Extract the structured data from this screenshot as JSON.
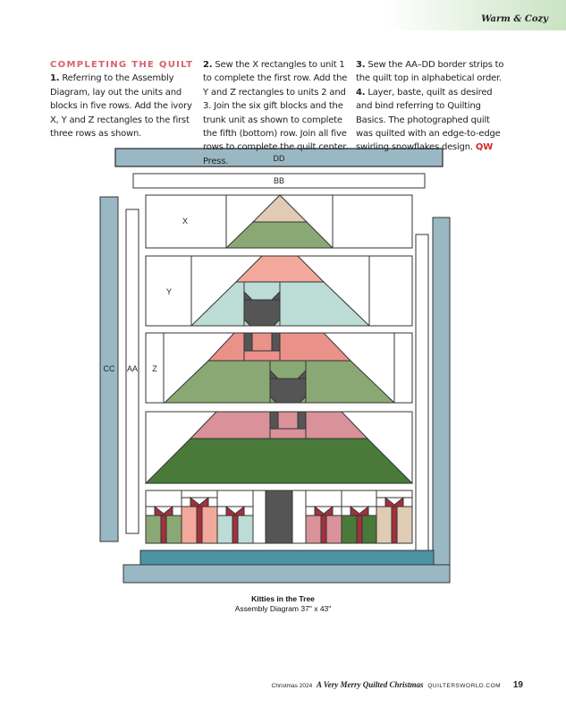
{
  "header": {
    "section": "Warm & Cozy"
  },
  "instructions": {
    "heading": "COMPLETING THE QUILT",
    "steps": [
      {
        "num": "1.",
        "text": "Referring to the Assembly Diagram, lay out the units and blocks in five rows. Add the ivory X, Y and Z rectangles to the first three rows as shown."
      },
      {
        "num": "2.",
        "text": "Sew the X rectangles to unit 1 to complete the first row. Add the Y and Z rectangles to units 2 and 3. Join the six gift blocks and the trunk unit as shown to complete the fifth (bottom) row. Join all five rows to complete the quilt center. Press."
      },
      {
        "num": "3.",
        "text": "Sew the AA–DD border strips to the quilt top in alphabetical order."
      },
      {
        "num": "4.",
        "text": "Layer, baste, quilt as desired and bind referring to Quilting Basics. The photographed quilt was quilted with an edge-to-edge swirling snowflakes design."
      }
    ],
    "signoff": "QW"
  },
  "diagram": {
    "labels": {
      "dd": "DD",
      "bb": "BB",
      "cc": "CC",
      "aa": "AA",
      "x": "X",
      "y": "Y",
      "z": "Z"
    },
    "colors": {
      "border_light": "#9ab8c4",
      "border_teal": "#4d93a6",
      "tan": "#e0cbb4",
      "sage": "#8aa874",
      "salmon": "#f2a89b",
      "mint": "#bcdcd6",
      "coral": "#ea928a",
      "rose": "#d9919a",
      "forest": "#4a7a3a",
      "cat": "#555555",
      "ribbon": "#a3303c"
    },
    "gifts": [
      "#8aa874",
      "#f2a89b",
      "#bcdcd6",
      "#d9919a",
      "#4a7a3a",
      "#e0cbb4"
    ],
    "title": "Kitties in the Tree",
    "subtitle": "Assembly Diagram 37\" x 43\""
  },
  "footer": {
    "issue": "Christmas 2024",
    "title": "A Very Merry Quilted Christmas",
    "url": "QUILTERSWORLD.COM",
    "page": "19"
  }
}
